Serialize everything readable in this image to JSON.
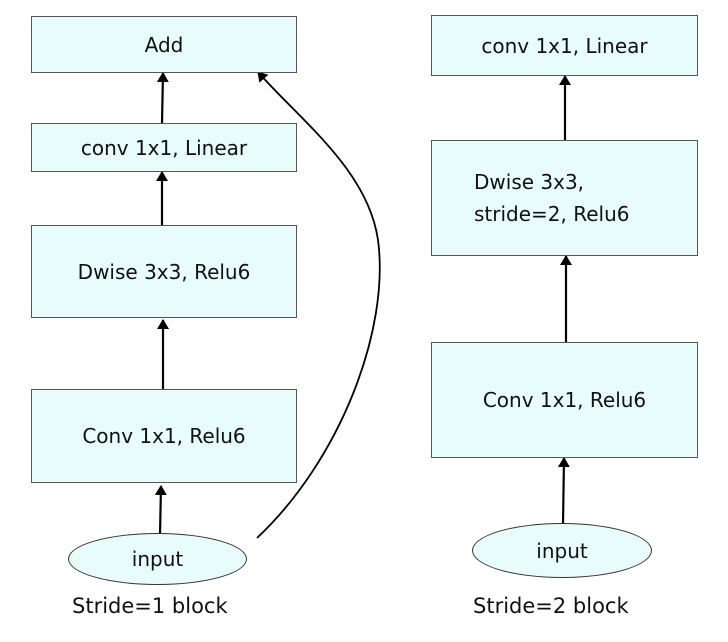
{
  "left_block": {
    "caption": "Stride=1 block",
    "input": "input",
    "nodes": [
      "Add",
      "conv 1x1, Linear",
      "Dwise 3x3, Relu6",
      "Conv 1x1, Relu6"
    ]
  },
  "right_block": {
    "caption": "Stride=2 block",
    "input": "input",
    "nodes": {
      "top": "conv 1x1, Linear",
      "middle_line1": "Dwise 3x3,",
      "middle_line2": "stride=2, Relu6",
      "bottom": "Conv 1x1, Relu6"
    }
  },
  "colors": {
    "node_fill": "#e8fcfc",
    "stroke": "#000000"
  }
}
